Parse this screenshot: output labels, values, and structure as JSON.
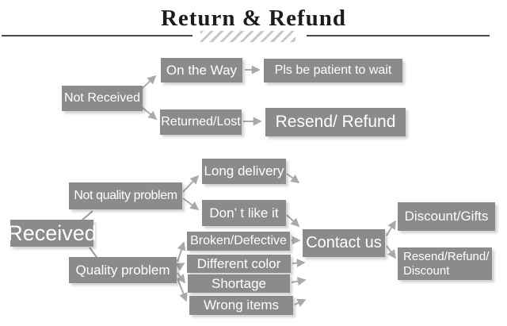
{
  "title": "Return & Refund",
  "decor": {
    "hatch_icon": "diagonal-stripes"
  },
  "colors": {
    "background": "#ffffff",
    "box_bg": "#8b8b8b",
    "box_text": "#ffffff",
    "arrow": "#a9a9a9",
    "title_text": "#1c1c1c",
    "divider": "#4a4a4a",
    "hatch": "#c6c6c6"
  },
  "nodes": {
    "not_received": "Not Received",
    "on_the_way": "On the Way",
    "pls_wait": "Pls be patient to wait",
    "returned_lost": "Returned/Lost",
    "resend_refund": "Resend/ Refund",
    "received": "Received",
    "not_quality_problem": "Not quality problem",
    "long_delivery": "Long delivery",
    "dont_like_it": "Don’ t like it",
    "quality_problem": "Quality problem",
    "broken_defective": "Broken/Defective",
    "different_color": "Different color",
    "shortage": "Shortage",
    "wrong_items": "Wrong items",
    "contact_us": "Contact us",
    "discount_gifts": "Discount/Gifts",
    "resend_refund_discount_line1": "Resend/Refund/",
    "resend_refund_discount_line2": "Discount"
  }
}
